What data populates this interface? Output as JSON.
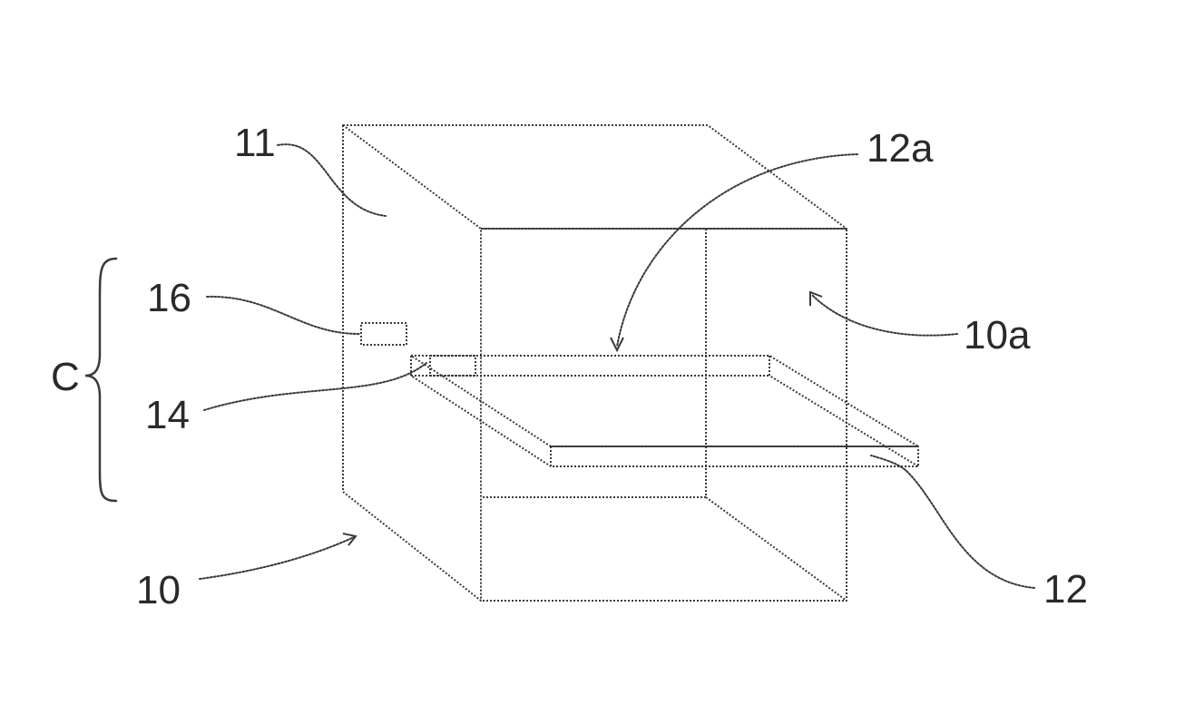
{
  "labels": {
    "l11": "11",
    "l12a": "12a",
    "l16": "16",
    "l10a": "10a",
    "lC": "C",
    "l14": "14",
    "l10": "10",
    "l12": "12"
  }
}
